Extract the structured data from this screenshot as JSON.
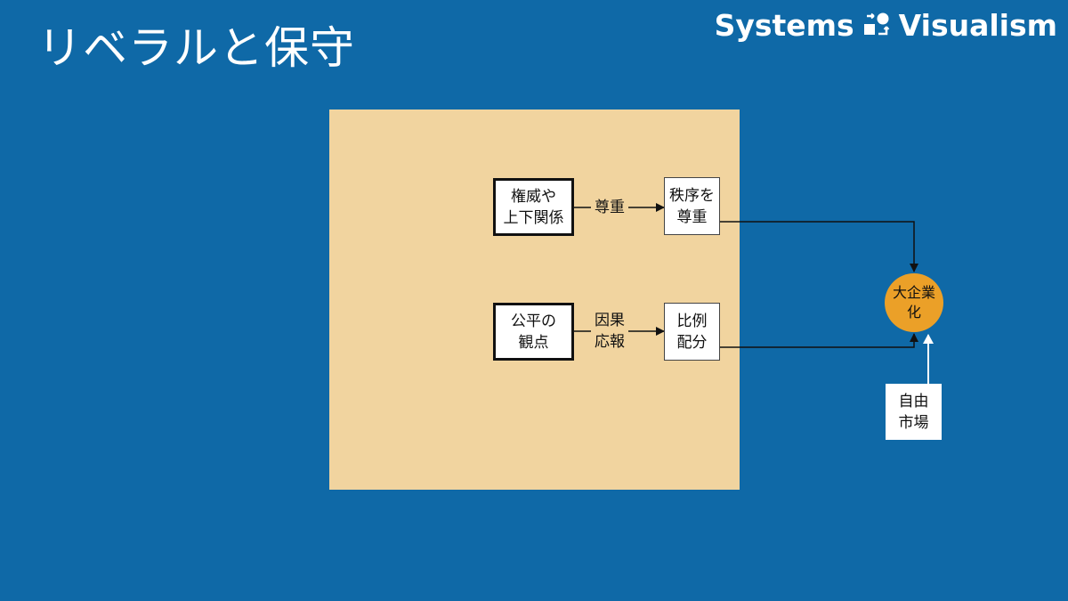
{
  "slide": {
    "title": "リベラルと保守"
  },
  "brand": {
    "left": "Systems",
    "right": "Visualism",
    "logo_icon": "systems-visualism-logo-icon"
  },
  "diagram": {
    "nodes": {
      "authority": "権威や\n上下関係",
      "order": "秩序を\n尊重",
      "fairness": "公平の\n観点",
      "proportional": "比例\n配分",
      "corporatization": "大企業\n化",
      "free_market": "自由\n市場"
    },
    "edges": {
      "respect": "尊重",
      "reciprocity": "因果\n応報"
    }
  },
  "colors": {
    "background": "#0f69a7",
    "panel": "#f1d49f",
    "circle": "#eba028",
    "line": "#111111",
    "white_arrow": "#ffffff"
  }
}
